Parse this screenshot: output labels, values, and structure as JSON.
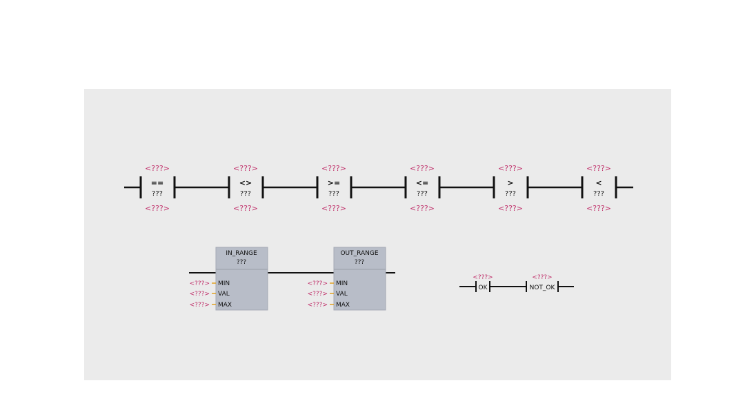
{
  "comparators": {
    "items": [
      {
        "op": "==",
        "type": "???",
        "in1": "<???>",
        "in2": "<???>"
      },
      {
        "op": "<>",
        "type": "???",
        "in1": "<???>",
        "in2": "<???>"
      },
      {
        "op": ">=",
        "type": "???",
        "in1": "<???>",
        "in2": "<???>"
      },
      {
        "op": "<=",
        "type": "???",
        "in1": "<???>",
        "in2": "<???>"
      },
      {
        "op": ">",
        "type": "???",
        "in1": "<???>",
        "in2": "<???>"
      },
      {
        "op": "<",
        "type": "???",
        "in1": "<???>",
        "in2": "<???>"
      }
    ]
  },
  "boxes": [
    {
      "title": "IN_RANGE",
      "type": "???",
      "pins": [
        {
          "value": "<???>",
          "label": "MIN"
        },
        {
          "value": "<???>",
          "label": "VAL"
        },
        {
          "value": "<???>",
          "label": "MAX"
        }
      ]
    },
    {
      "title": "OUT_RANGE",
      "type": "???",
      "pins": [
        {
          "value": "<???>",
          "label": "MIN"
        },
        {
          "value": "<???>",
          "label": "VAL"
        },
        {
          "value": "<???>",
          "label": "MAX"
        }
      ]
    }
  ],
  "contacts": [
    {
      "label": "OK",
      "operand": "<???>"
    },
    {
      "label": "NOT_OK",
      "operand": "<???>"
    }
  ],
  "colors": {
    "placeholder": "#c0306a",
    "box_fill": "#b8bdc8",
    "panel": "#ebebeb",
    "wire": "#111111",
    "pin_stub": "#e0a020"
  }
}
